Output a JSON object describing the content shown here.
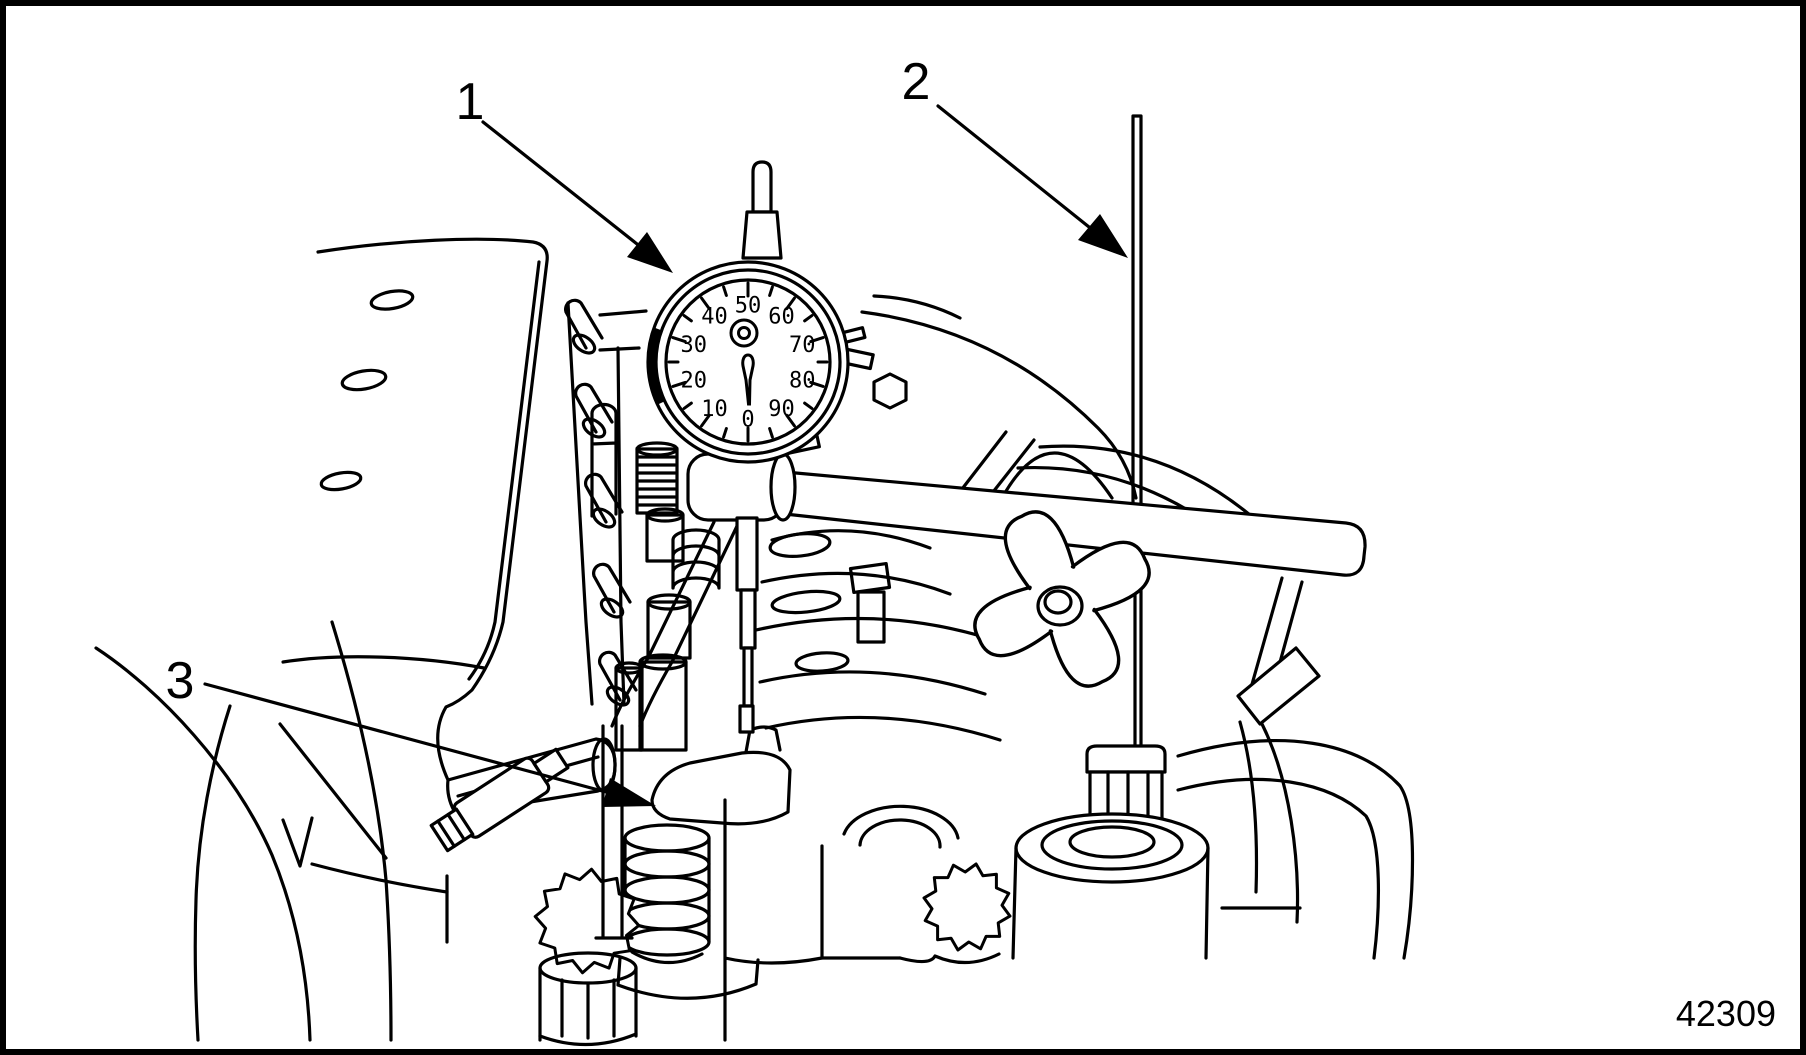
{
  "figure": {
    "number": "42309"
  },
  "callouts": [
    {
      "label": "1"
    },
    {
      "label": "2"
    },
    {
      "label": "3"
    }
  ],
  "gauge": {
    "type": "dial-indicator",
    "dial_numbers": [
      "0",
      "10",
      "20",
      "30",
      "40",
      "50",
      "60",
      "70",
      "80",
      "90"
    ],
    "zero_position": "bottom",
    "needle_points_to": "0",
    "tick_count": 20
  },
  "colors": {
    "line": "#000000",
    "background": "#ffffff"
  }
}
